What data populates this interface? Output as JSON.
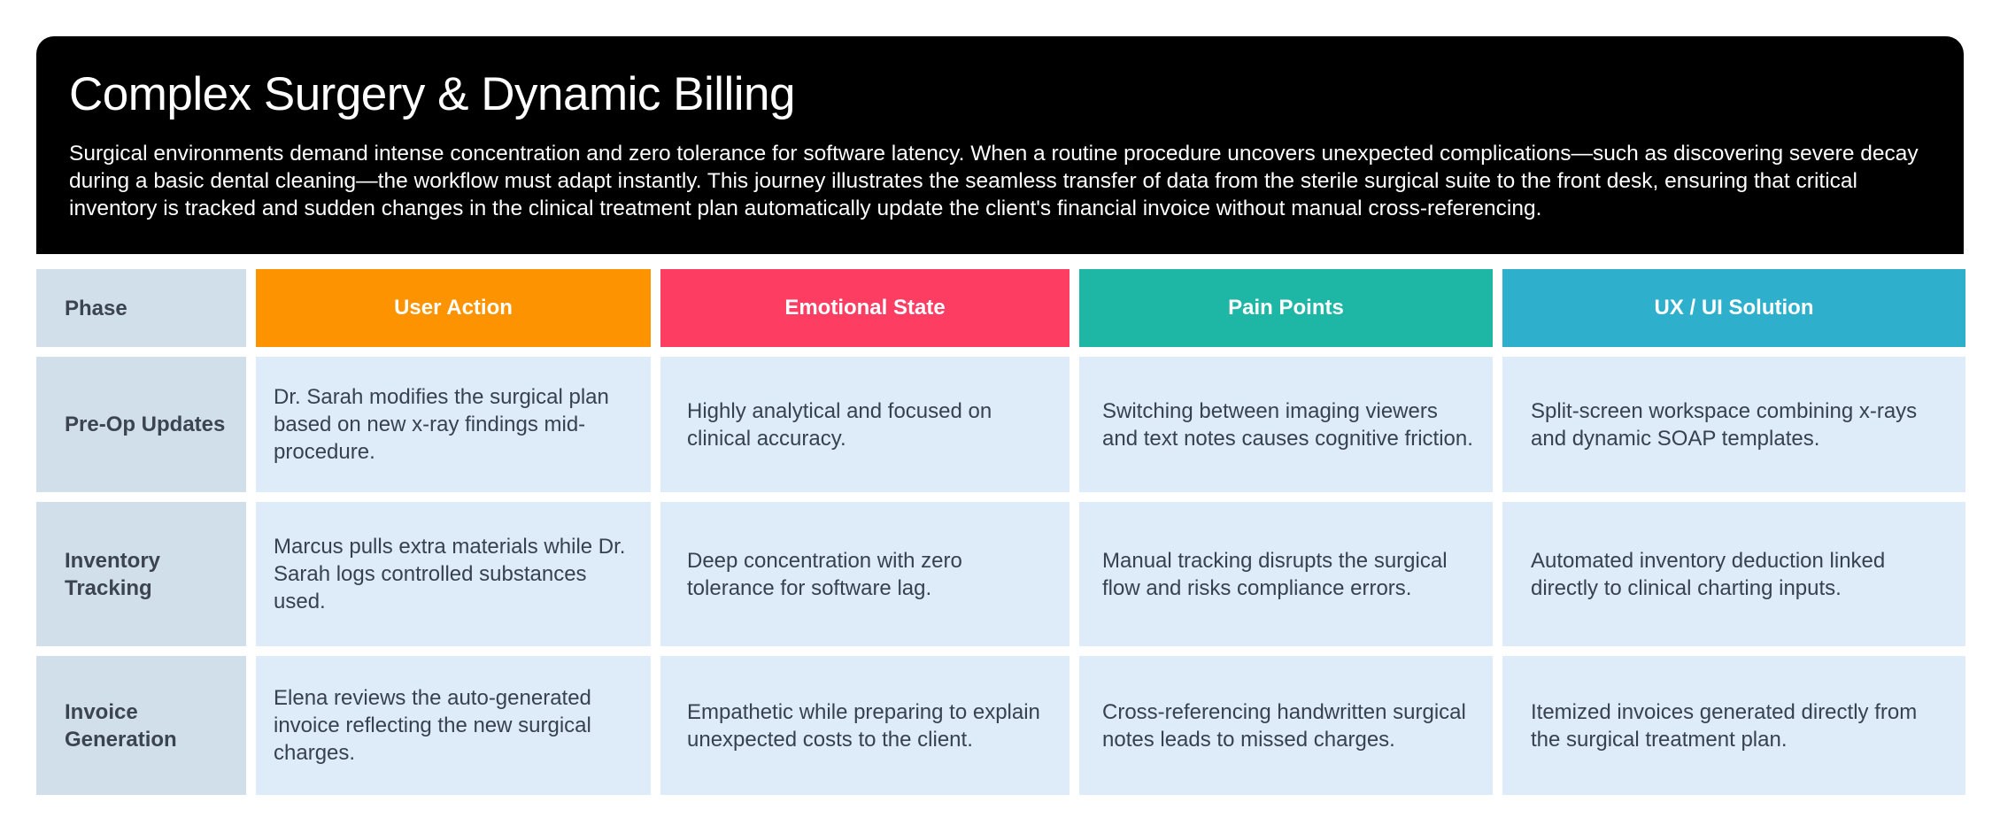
{
  "header": {
    "title": "Complex Surgery & Dynamic Billing",
    "description": "Surgical environments demand intense concentration and zero tolerance for software latency. When a routine procedure uncovers unexpected complications—such as discovering severe decay during a basic dental cleaning—the workflow must adapt instantly. This journey illustrates the seamless transfer of data from the sterile surgical suite to the front desk, ensuring that critical inventory is tracked and sudden changes in the clinical treatment plan automatically update the client's financial invoice without manual cross-referencing."
  },
  "columns": [
    {
      "label": "Phase",
      "color": "#d1dfeb"
    },
    {
      "label": "User Action",
      "color": "#fe9300"
    },
    {
      "label": "Emotional State",
      "color": "#fe3d63"
    },
    {
      "label": "Pain Points",
      "color": "#1eb6a5"
    },
    {
      "label": "UX / UI Solution",
      "color": "#2eb0cd"
    }
  ],
  "rows": [
    {
      "phase": "Pre-Op Updates",
      "action": "Dr. Sarah modifies the surgical plan based on new x-ray findings mid-procedure.",
      "emotion": "Highly analytical and focused on clinical accuracy.",
      "pain": "Switching between imaging viewers and text notes causes cognitive friction.",
      "solution": "Split-screen workspace combining x-rays and dynamic SOAP templates."
    },
    {
      "phase": "Inventory Tracking",
      "action": "Marcus pulls extra materials while Dr. Sarah logs controlled substances used.",
      "emotion": "Deep concentration with zero tolerance for software lag.",
      "pain": "Manual tracking disrupts the surgical flow and risks compliance errors.",
      "solution": "Automated inventory deduction linked directly to clinical charting inputs."
    },
    {
      "phase": "Invoice Generation",
      "action": "Elena reviews the auto-generated invoice reflecting the new surgical charges.",
      "emotion": "Empathetic while preparing to explain unexpected costs to the client.",
      "pain": "Cross-referencing handwritten surgical notes leads to missed charges.",
      "solution": "Itemized invoices generated directly from the surgical treatment plan."
    }
  ]
}
